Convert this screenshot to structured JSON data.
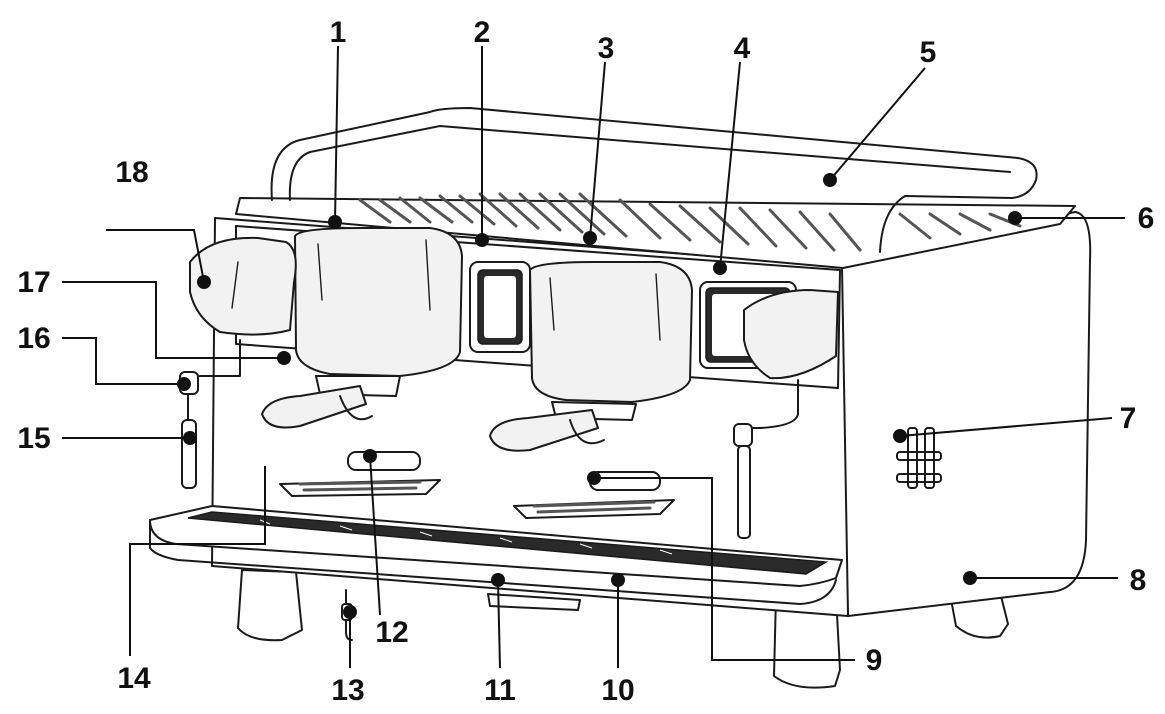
{
  "diagram": {
    "subject": "espresso machine parts diagram",
    "callouts": [
      {
        "id": "callout-1",
        "label": "1"
      },
      {
        "id": "callout-2",
        "label": "2"
      },
      {
        "id": "callout-3",
        "label": "3"
      },
      {
        "id": "callout-4",
        "label": "4"
      },
      {
        "id": "callout-5",
        "label": "5"
      },
      {
        "id": "callout-6",
        "label": "6"
      },
      {
        "id": "callout-7",
        "label": "7"
      },
      {
        "id": "callout-8",
        "label": "8"
      },
      {
        "id": "callout-9",
        "label": "9"
      },
      {
        "id": "callout-10",
        "label": "10"
      },
      {
        "id": "callout-11",
        "label": "11"
      },
      {
        "id": "callout-12",
        "label": "12"
      },
      {
        "id": "callout-13",
        "label": "13"
      },
      {
        "id": "callout-14",
        "label": "14"
      },
      {
        "id": "callout-15",
        "label": "15"
      },
      {
        "id": "callout-16",
        "label": "16"
      },
      {
        "id": "callout-17",
        "label": "17"
      },
      {
        "id": "callout-18",
        "label": "18"
      }
    ]
  }
}
